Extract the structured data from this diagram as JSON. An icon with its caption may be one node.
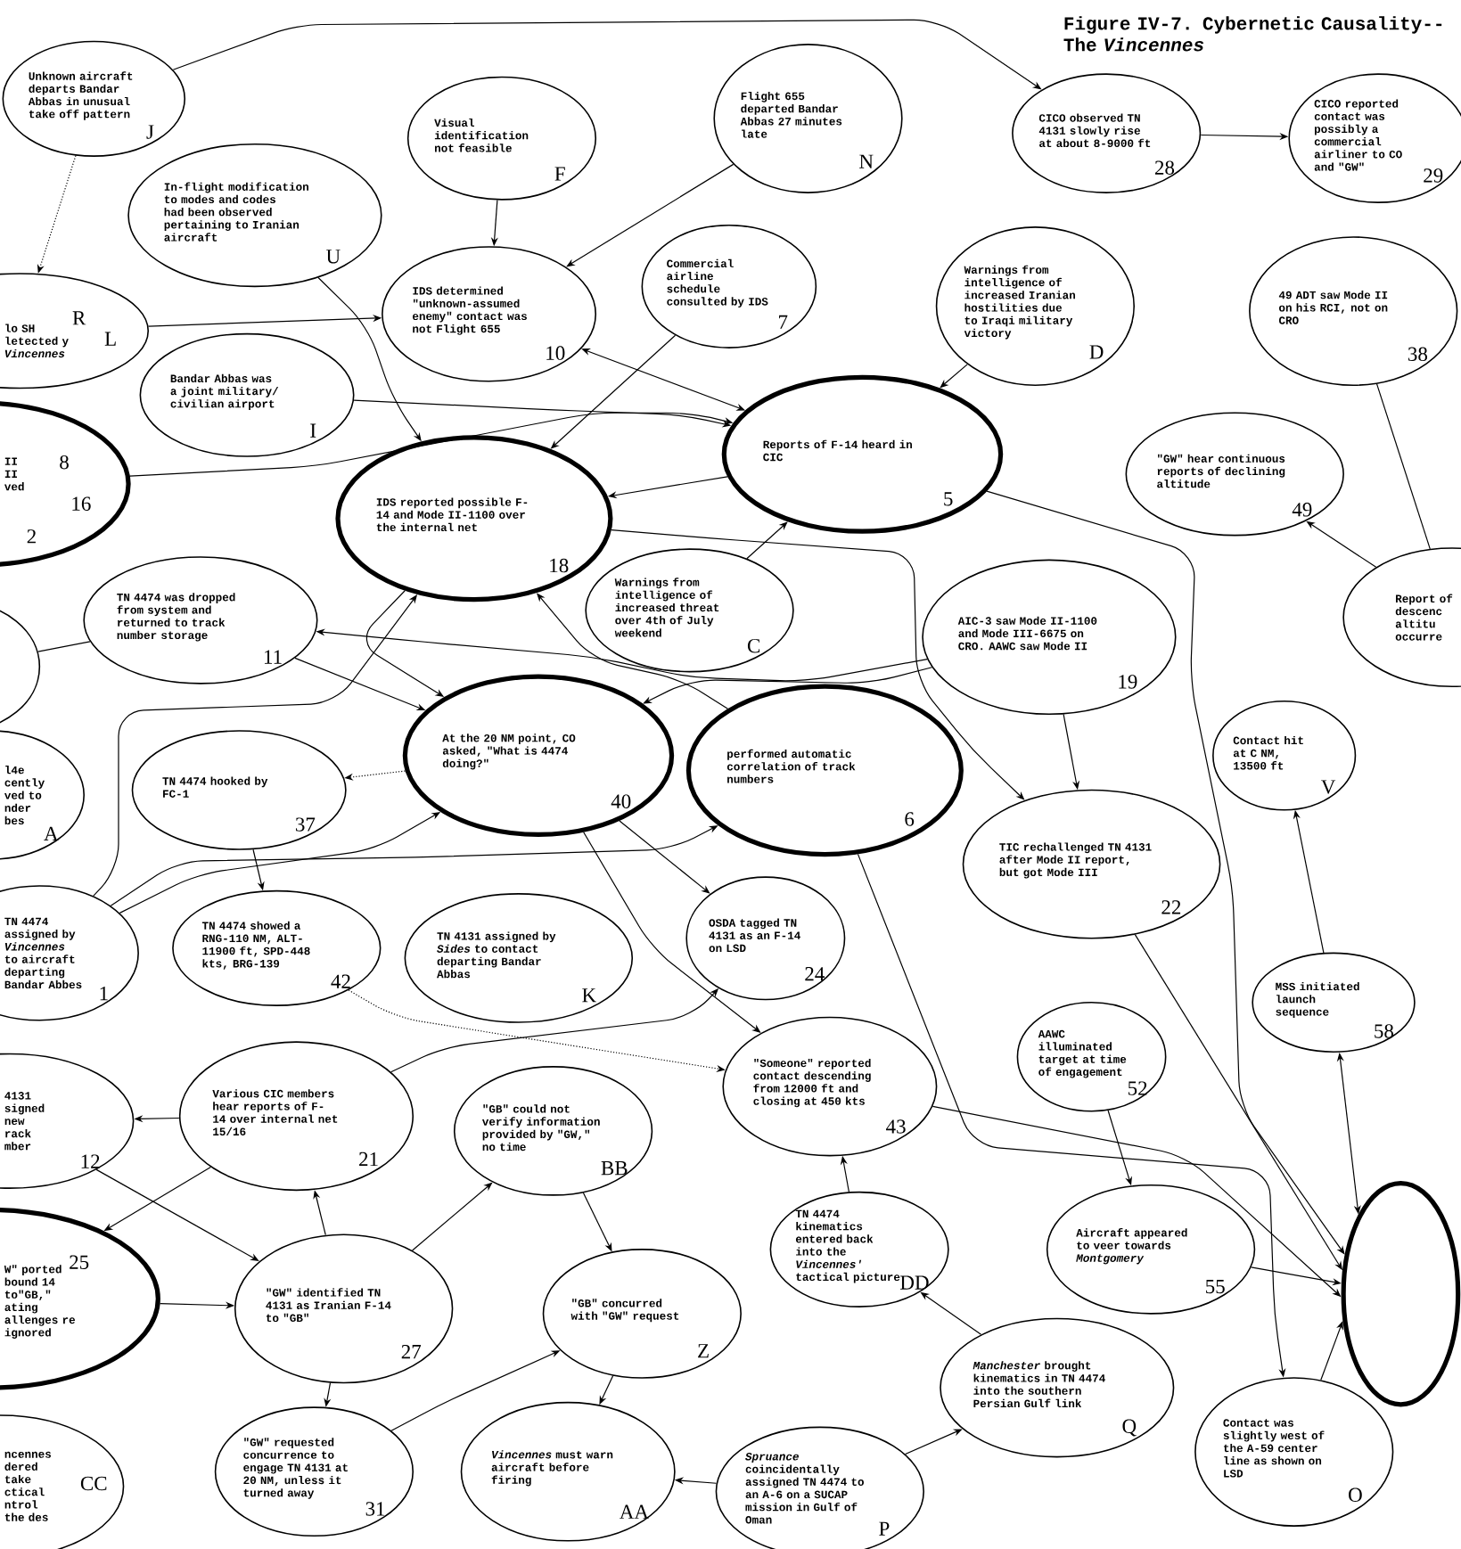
{
  "diagram": {
    "title": "Figure IV-7.  Cybernetic Causality--The *Vincennes*",
    "nodes": [
      {
        "text": [
          "Unknown aircraft departs Bandar Abbas in unusual take off pattern",
          "J"
        ]
      },
      {
        "text": [
          "In-flight modification to modes and codes had been observed pertaining to Iranian aircraft",
          "U"
        ]
      },
      {
        "text": [
          "Visual identification not feasible",
          "F"
        ]
      },
      {
        "text": [
          "Flight 655 departed Bandar Abbas 27 minutes late",
          "N"
        ]
      },
      {
        "text": [
          "CICO observed TN 4131 slowly rise at about 8-9000 ft",
          "28"
        ]
      },
      {
        "text": [
          "CICO reported contact was possibly a commercial airliner to CO and \"GW\"",
          "29"
        ]
      },
      {
        "text": [
          "IDS determined \"unknown-assumed enemy\" contact was not Flight 655",
          "10"
        ]
      },
      {
        "text": [
          "Commercial airline schedule consulted by IDS",
          "7"
        ]
      },
      {
        "text": [
          "Warnings from intelligence of increased Iranian hostilities due to Iraqi military victory",
          "D"
        ]
      },
      {
        "text": [
          "49 ADT saw Mode II on his RCI, not on CRO",
          "38"
        ]
      },
      {
        "text": [
          "lo SH letected y *Vincennes*",
          "R",
          "L"
        ]
      },
      {
        "text": [
          "Bandar Abbas was a joint military/ civilian airport",
          "I"
        ]
      },
      {
        "text": [
          "Reports of F-14 heard in CIC",
          "5"
        ]
      },
      {
        "text": [
          "\"GW\" hear continuous reports of declining altitude",
          "49"
        ]
      },
      {
        "text": [
          "II II ved",
          "8",
          "16",
          "2"
        ]
      },
      {
        "text": [
          "IDS reported possible F-14 and Mode II-1100 over the internal net",
          "18"
        ]
      },
      {
        "text": [
          "Report of descenc altitu occurre"
        ]
      },
      {
        "text": [
          "TN 4474 was dropped from system and returned to track number storage",
          "11"
        ]
      },
      {
        "text": [
          "Warnings from intelligence of increased threat over 4th of July weekend",
          "C"
        ]
      },
      {
        "text": [
          "AIC-3 saw Mode II-1100 and Mode III-6675 on CRO. AAWC saw Mode II",
          "19"
        ]
      },
      {
        "text": [],
        "shape": "circle"
      },
      {
        "text": [
          "At the 20 NM point, CO asked, \"What is 4474 doing?\"",
          "40"
        ]
      },
      {
        "text": [
          "performed automatic correlation of track numbers",
          "6"
        ]
      },
      {
        "text": [
          "Contact hit at C NM, 13500 ft",
          "V"
        ]
      },
      {
        "text": [
          "l4e cently ved to nder bes",
          "A"
        ]
      },
      {
        "text": [
          "TN 4474 hooked by FC-1",
          "37"
        ]
      },
      {
        "text": [
          "TIC rechallenged TN 4131 after Mode II report, but got Mode III",
          "22"
        ]
      },
      {
        "text": [
          "TN 4474 assigned by *Vincennes* to aircraft departing Bandar Abbes",
          "1"
        ]
      },
      {
        "text": [
          "TN 4474 showed a RNG-110 NM, ALT-11900 ft, SPD-448 kts, BRG-139",
          "42"
        ]
      },
      {
        "text": [
          "TN 4131 assigned by *Sides* to contact departing Bandar Abbas",
          "K"
        ]
      },
      {
        "text": [
          "OSDA tagged TN 4131 as an F-14 on LSD",
          "24"
        ]
      },
      {
        "text": [
          "MSS initiated launch sequence",
          "58"
        ]
      },
      {
        "text": [
          "AAWC illuminated target at time of engagement",
          "52"
        ]
      },
      {
        "text": [
          "4131 signed new rack mber",
          "12"
        ]
      },
      {
        "text": [
          "Various CIC members hear reports of F-14 over internal net 15/16",
          "21"
        ]
      },
      {
        "text": [
          "\"GB\" could not verify information provided by \"GW,\" no time",
          "BB"
        ]
      },
      {
        "text": [
          "\"Someone\" reported contact descending from 12000 ft and closing at 450 kts",
          "43"
        ]
      },
      {
        "text": [
          "W\" ported bound 14 to\"GB,\" ating allenges re ignored",
          "25"
        ]
      },
      {
        "text": [
          "\"GW\" identified TN 4131 as Iranian F-14 to \"GB\"",
          "27"
        ]
      },
      {
        "text": [
          "TN 4474 kinematics entered back into the *Vincennes'* tactical picture",
          "DD"
        ]
      },
      {
        "text": [
          "Aircraft appeared to veer towards *Montgomery*",
          "55"
        ]
      },
      {
        "text": [],
        "shape": "circle"
      },
      {
        "text": [
          "\"GB\" concurred with \"GW\" request",
          "Z"
        ]
      },
      {
        "text": [
          "*Manchester* brought kinematics in TN 4474 into the southern Persian Gulf link",
          "Q"
        ]
      },
      {
        "text": [
          "ncennes dered take ctical ntrol the des",
          "CC"
        ]
      },
      {
        "text": [
          "\"GW\" requested concurrence to engage TN 4131 at 20 NM, unless it turned away",
          "31"
        ]
      },
      {
        "text": [
          "*Vincennes* must warn aircraft before firing",
          "AA"
        ]
      },
      {
        "text": [
          "*Spruance* coincidentally assigned TN 4474 to an A-6 on a SUCAP mission in Gulf of Oman",
          "P"
        ]
      },
      {
        "text": [
          "Contact was slightly west of the A-59 center line as shown on LSD",
          "O"
        ]
      }
    ],
    "edges": [
      {
        "from": 0,
        "to": 10,
        "arrow": "to",
        "style": "dashed"
      },
      {
        "from": 1,
        "to": 15,
        "arrow": "to"
      },
      {
        "from": 2,
        "to": 6,
        "arrow": "to"
      },
      {
        "from": 3,
        "to": 6,
        "arrow": "to"
      },
      {
        "from": 4,
        "to": 5,
        "arrow": "to"
      },
      {
        "from": 0,
        "to": 4,
        "arrow": "to"
      },
      {
        "from": 7,
        "to": 15,
        "arrow": "to"
      },
      {
        "from": 11,
        "to": 12,
        "arrow": "to"
      },
      {
        "from": 10,
        "to": 6,
        "arrow": "to"
      },
      {
        "from": 6,
        "to": 12,
        "arrow": "both"
      },
      {
        "from": 8,
        "to": 12,
        "arrow": "to"
      },
      {
        "from": 12,
        "to": 15,
        "arrow": "to"
      },
      {
        "from": 17,
        "to": 21,
        "arrow": "to"
      },
      {
        "from": 19,
        "to": 17,
        "arrow": "to"
      },
      {
        "from": 19,
        "to": 26,
        "arrow": "to"
      },
      {
        "from": 15,
        "to": 26,
        "arrow": "to"
      },
      {
        "from": 19,
        "to": 21,
        "arrow": "to"
      },
      {
        "from": 18,
        "to": 12,
        "arrow": "to"
      },
      {
        "from": 27,
        "to": 15,
        "arrow": "to"
      },
      {
        "from": 21,
        "to": 25,
        "arrow": "to",
        "style": "dashed"
      },
      {
        "from": 25,
        "to": 28,
        "arrow": "to"
      },
      {
        "from": 28,
        "to": 36,
        "arrow": "to",
        "style": "dashed"
      },
      {
        "from": 27,
        "to": 22,
        "arrow": "to"
      },
      {
        "from": 27,
        "to": 21,
        "arrow": "to"
      },
      {
        "from": 21,
        "to": 30,
        "arrow": "to"
      },
      {
        "from": 34,
        "to": 30,
        "arrow": "to"
      },
      {
        "from": 21,
        "to": 36,
        "arrow": "to"
      },
      {
        "from": 39,
        "to": 36,
        "arrow": "to"
      },
      {
        "from": 33,
        "to": 38,
        "arrow": "to"
      },
      {
        "from": 34,
        "to": 33,
        "arrow": "to"
      },
      {
        "from": 34,
        "to": 37,
        "arrow": "to"
      },
      {
        "from": 38,
        "to": 34,
        "arrow": "to"
      },
      {
        "from": 38,
        "to": 35,
        "arrow": "to"
      },
      {
        "from": 38,
        "to": 45,
        "arrow": "to"
      },
      {
        "from": 45,
        "to": 42,
        "arrow": "to"
      },
      {
        "from": 35,
        "to": 42,
        "arrow": "to"
      },
      {
        "from": 42,
        "to": 46,
        "arrow": "to"
      },
      {
        "from": 37,
        "to": 38,
        "arrow": "to"
      },
      {
        "from": 47,
        "to": 43,
        "arrow": "to"
      },
      {
        "from": 47,
        "to": 46,
        "arrow": "to"
      },
      {
        "from": 43,
        "to": 39,
        "arrow": "to"
      },
      {
        "from": 32,
        "to": 40,
        "arrow": "to"
      },
      {
        "from": 40,
        "to": 41,
        "arrow": "to"
      },
      {
        "from": 48,
        "to": 41,
        "arrow": "to"
      },
      {
        "from": 31,
        "to": 41,
        "arrow": "both"
      },
      {
        "from": 31,
        "to": 23,
        "arrow": "to"
      },
      {
        "from": 16,
        "to": 13,
        "arrow": "to"
      },
      {
        "from": 22,
        "to": 48,
        "arrow": "to"
      },
      {
        "from": 12,
        "to": 41,
        "arrow": "to"
      },
      {
        "from": 26,
        "to": 41,
        "arrow": "to"
      },
      {
        "from": 36,
        "to": 41,
        "arrow": "to"
      },
      {
        "from": 14,
        "to": 12,
        "arrow": "to"
      },
      {
        "from": 15,
        "to": 21,
        "arrow": "to"
      },
      {
        "from": 22,
        "to": 15,
        "arrow": "to"
      },
      {
        "from": 9,
        "to": 16,
        "arrow": "none"
      },
      {
        "from": 20,
        "to": 17,
        "arrow": "none"
      }
    ]
  }
}
